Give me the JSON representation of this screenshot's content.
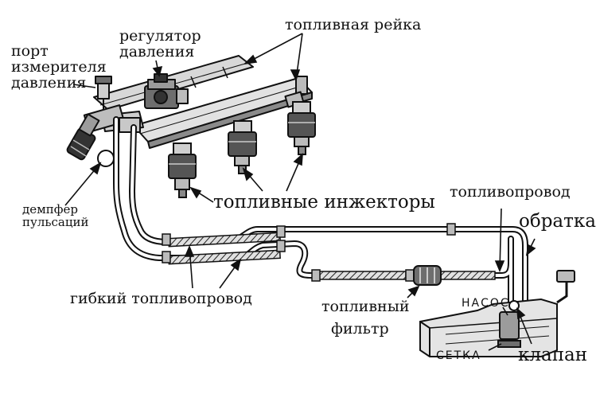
{
  "diagram": {
    "labels": {
      "port": [
        "порт",
        "измерителя",
        "давления"
      ],
      "regulator": [
        "регулятор",
        "давления"
      ],
      "rail": "топливная рейка",
      "damper": [
        "демпфер",
        "пульсаций"
      ],
      "injectors": "топливные инжекторы",
      "fuel_line": "топливопровод",
      "return": "обратка",
      "flexible_line": "гибкий топливопровод",
      "filter": [
        "топливный",
        "фильтр"
      ],
      "pump": "НАСОС",
      "valve": "клапан",
      "screen": "СЕТКА"
    },
    "colors": {
      "ink": "#111111",
      "metal": "#d4d4d4",
      "shade": "#6e6e6e"
    }
  }
}
